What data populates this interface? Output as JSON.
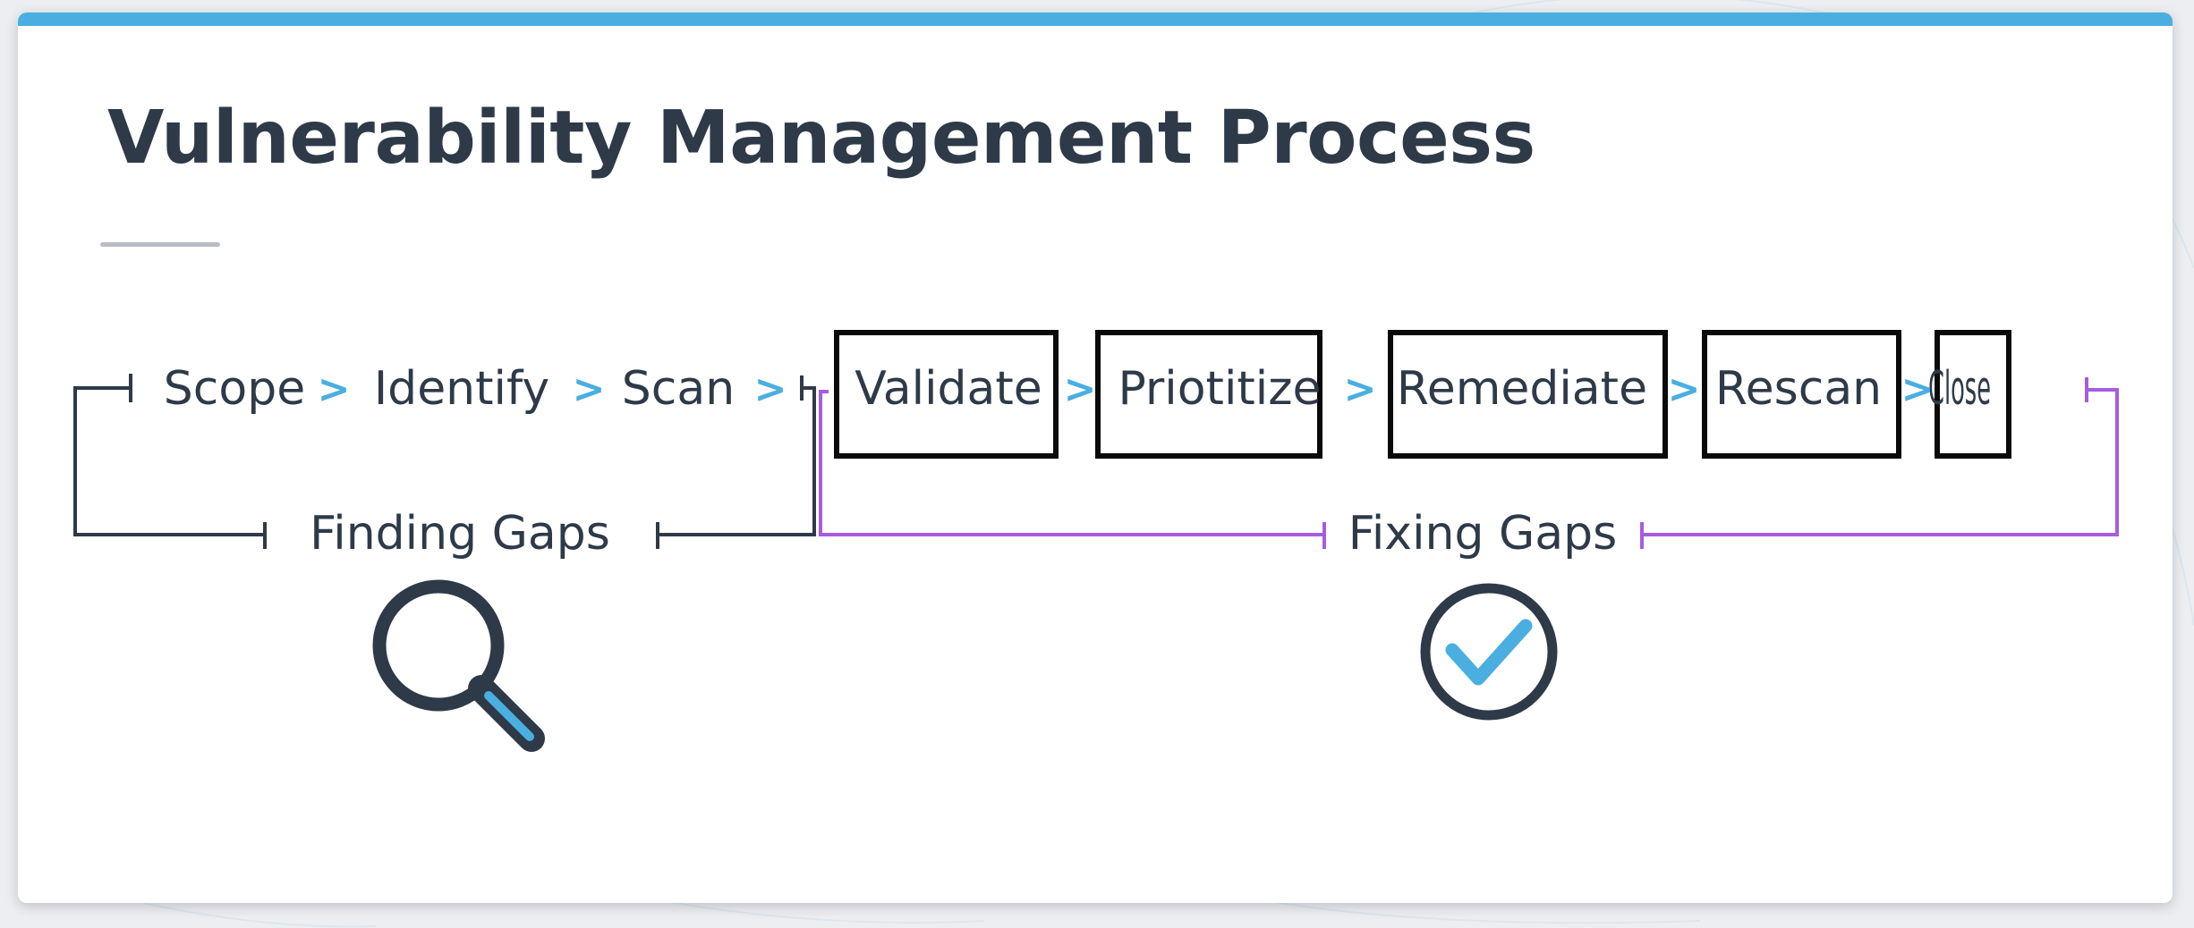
{
  "title": "Vulnerability Management Process",
  "colors": {
    "text": "#2e3a48",
    "accent_blue": "#4aaee0",
    "accent_purple": "#a55de0",
    "rule_gray": "#b9bcc5",
    "box_border": "#0a0a0a",
    "background": "#eceef1",
    "card": "#ffffff"
  },
  "steps": [
    {
      "label": "Scope",
      "boxed": false,
      "phase": "finding"
    },
    {
      "label": "Identify",
      "boxed": false,
      "phase": "finding"
    },
    {
      "label": "Scan",
      "boxed": false,
      "phase": "finding"
    },
    {
      "label": "Validate",
      "boxed": true,
      "phase": "fixing"
    },
    {
      "label": "Priotitize",
      "boxed": true,
      "phase": "fixing"
    },
    {
      "label": "Remediate",
      "boxed": true,
      "phase": "fixing"
    },
    {
      "label": "Rescan",
      "boxed": true,
      "phase": "fixing"
    },
    {
      "label": "Close",
      "boxed": true,
      "phase": "fixing"
    }
  ],
  "separator_glyph": ">",
  "phases": [
    {
      "id": "finding",
      "label": "Finding Gaps",
      "icon": "magnifier-icon"
    },
    {
      "id": "fixing",
      "label": "Fixing Gaps",
      "icon": "check-circle-icon"
    }
  ]
}
